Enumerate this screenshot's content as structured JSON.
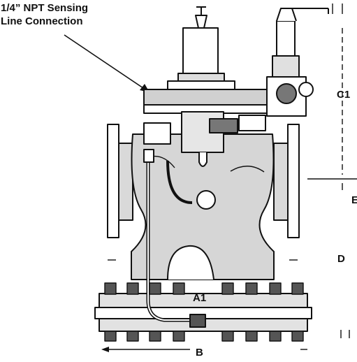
{
  "callout": {
    "line1": "1/4” NPT Sensing",
    "line2": "Line Connection"
  },
  "dimensions": {
    "c1": "C1",
    "e": "E",
    "d": "D",
    "a1": "A1",
    "b": "B"
  },
  "colors": {
    "ink": "#111111",
    "paper": "#ffffff",
    "shade": "#cfcfcf",
    "mid": "#8a8a8a"
  }
}
